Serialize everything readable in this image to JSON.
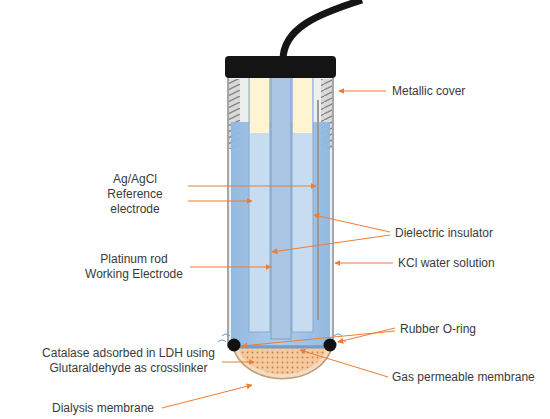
{
  "diagram": {
    "labels": [
      "Metallic cover",
      "Ag/AgCl Reference electrode",
      "Dielectric insulator",
      "Platinum rod Working Electrode",
      "KCl water solution",
      "Rubber O-ring",
      "Catalase adsorbed in LDH using Glutaraldehyde as crosslinker",
      "Gas permeable membrane",
      "Dialysis membrane"
    ]
  }
}
